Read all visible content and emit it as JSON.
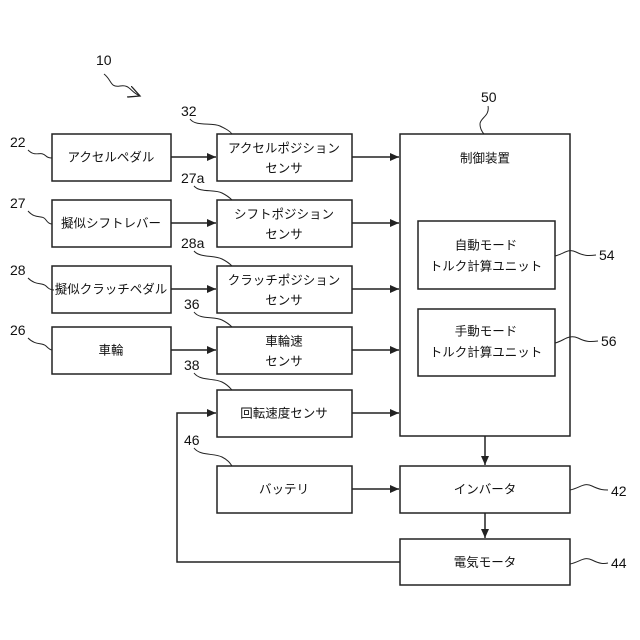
{
  "boxes": {
    "accel_pedal": "アクセルペダル",
    "shift_lever": "擬似シフトレバー",
    "clutch_pedal": "擬似クラッチペダル",
    "wheel": "車輪",
    "accel_sensor": [
      "アクセルポジション",
      "センサ"
    ],
    "shift_sensor": [
      "シフトポジション",
      "センサ"
    ],
    "clutch_sensor": [
      "クラッチポジション",
      "センサ"
    ],
    "wheel_speed_sensor": [
      "車輪速",
      "センサ"
    ],
    "rotation_speed_sensor": "回転速度センサ",
    "battery": "バッテリ",
    "controller": "制御装置",
    "auto_mode_unit": [
      "自動モード",
      "トルク計算ユニット"
    ],
    "manual_mode_unit": [
      "手動モード",
      "トルク計算ユニット"
    ],
    "inverter": "インバータ",
    "electric_motor": "電気モータ"
  },
  "refs": {
    "system": "10",
    "accel_pedal": "22",
    "shift_lever": "27",
    "clutch_pedal": "28",
    "wheel": "26",
    "accel_sensor": "32",
    "shift_sensor": "27a",
    "clutch_sensor": "28a",
    "wheel_speed_sensor": "36",
    "rotation_speed_sensor": "38",
    "battery": "46",
    "controller": "50",
    "auto_mode_unit": "54",
    "manual_mode_unit": "56",
    "inverter": "42",
    "electric_motor": "44"
  }
}
